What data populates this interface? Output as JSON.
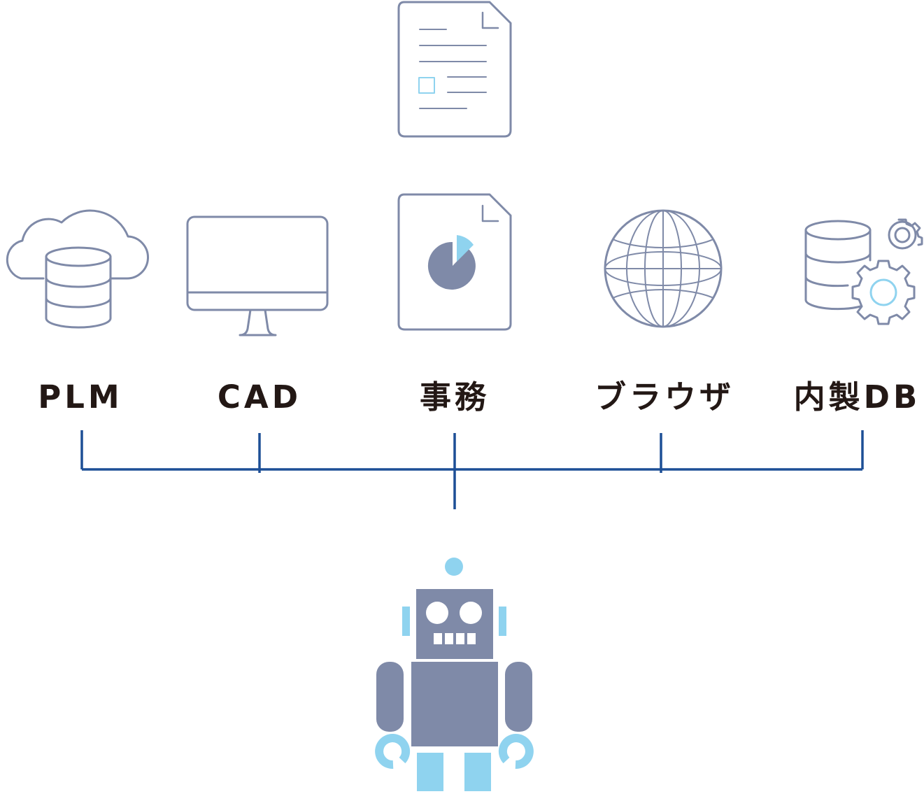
{
  "labels": {
    "plm": "PLM",
    "cad": "CAD",
    "office": "事務",
    "browser": "ブラウザ",
    "internal_db": "内製DB"
  },
  "colors": {
    "icon_stroke": "#7f8aa8",
    "icon_accent": "#8fd3ef",
    "connector_line": "#1d4f96",
    "label_text": "#231815",
    "robot_body": "#7f8aa8",
    "robot_accent": "#8fd3ef"
  },
  "icons": [
    "document-icon",
    "cloud-database-icon",
    "monitor-icon",
    "pie-chart-document-icon",
    "globe-icon",
    "database-gear-icon",
    "robot-icon"
  ]
}
